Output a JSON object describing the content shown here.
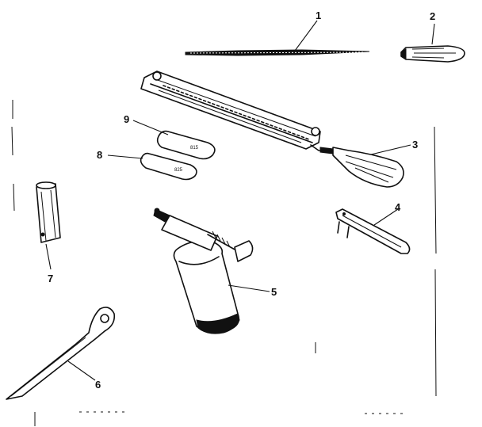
{
  "parts": [
    {
      "id": "part-1",
      "callout": "1",
      "icon": "round-file-icon"
    },
    {
      "id": "part-2",
      "callout": "2",
      "icon": "file-handle-icon"
    },
    {
      "id": "part-3",
      "callout": "3",
      "icon": "file-holder-guide-icon"
    },
    {
      "id": "part-4",
      "callout": "4",
      "icon": "depth-gauge-icon"
    },
    {
      "id": "part-5",
      "callout": "5",
      "icon": "grease-gun-icon"
    },
    {
      "id": "part-6",
      "callout": "6",
      "icon": "bar-tool-wrench-icon"
    },
    {
      "id": "part-7",
      "callout": "7",
      "icon": "spark-plug-socket-icon"
    },
    {
      "id": "part-8",
      "callout": "8",
      "icon": "small-stone-icon"
    },
    {
      "id": "part-9",
      "callout": "9",
      "icon": "large-stone-icon"
    }
  ]
}
